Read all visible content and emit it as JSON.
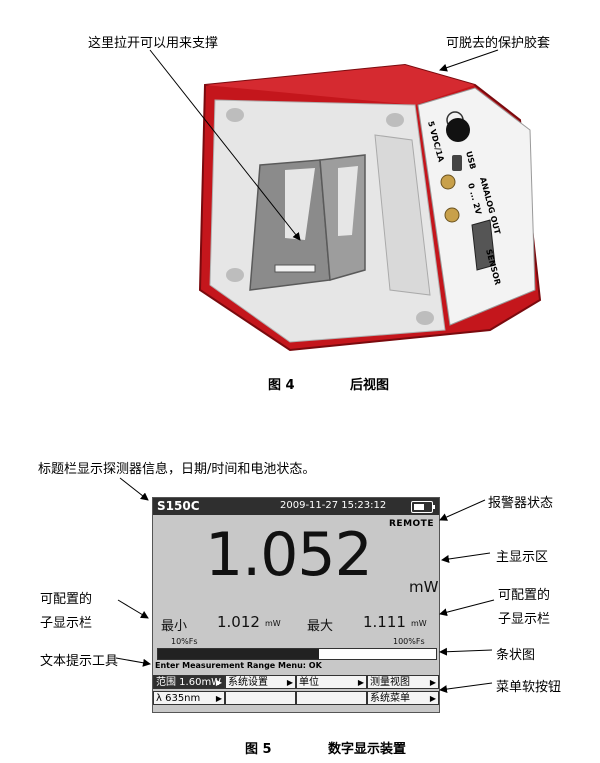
{
  "top_figure": {
    "label_stand": "这里拉开可以用来支撑",
    "label_cover": "可脱去的保护胶套",
    "port_power": "5 VDC/1A",
    "port_usb": "USB",
    "port_analog": "ANALOG OUT",
    "port_analog_range": "0 ... 2V",
    "port_sensor": "SENSOR",
    "caption_num": "图 4",
    "caption_text": "后视图"
  },
  "bottom_figure": {
    "label_titlebar": "标题栏显示探测器信息，日期/时间和电池状态。",
    "label_alarm": "报警器状态",
    "label_main": "主显示区",
    "label_sub_left_1": "可配置的",
    "label_sub_left_2": "子显示栏",
    "label_sub_right_1": "可配置的",
    "label_sub_right_2": "子显示栏",
    "label_text_tool": "文本提示工具",
    "label_bar": "条状图",
    "label_menu": "菜单软按钮",
    "caption_num": "图 5",
    "caption_text": "数字显示装置"
  },
  "screen": {
    "model": "S150C",
    "datetime": "2009-11-27  15:23:12",
    "status": "REMOTE",
    "main_value": "1.052",
    "main_unit": "mW",
    "min_label": "最小",
    "min_value": "1.012",
    "min_unit": "mW",
    "max_label": "最大",
    "max_value": "1.111",
    "max_unit": "mW",
    "bar_left_label": "10%Fs",
    "bar_right_label": "100%Fs",
    "bar_fill_fraction": 0.58,
    "hint": "Enter Measurement Range Menu: OK",
    "buttons_row1": [
      "范围 1.60mW",
      "系统设置",
      "单位",
      "测量视图"
    ],
    "buttons_row2": [
      "λ   635nm",
      "",
      "",
      "系统菜单"
    ]
  }
}
